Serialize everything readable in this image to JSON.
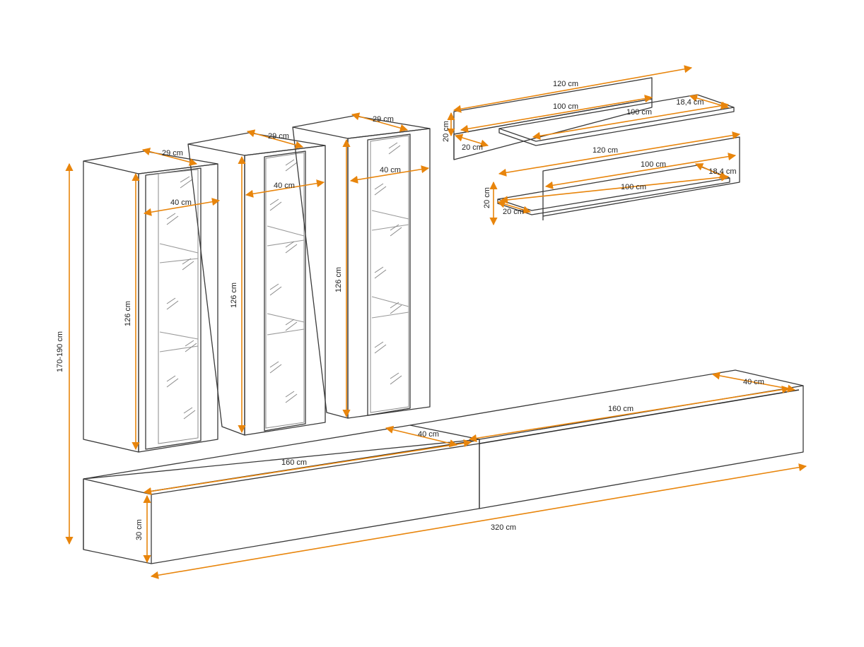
{
  "colors": {
    "dimension": "#e8850c",
    "outline": "#3a3a3a",
    "background": "#ffffff"
  },
  "labels": {
    "total_height": "170-190 cm",
    "total_width": "320 cm",
    "lowboard_height": "30 cm",
    "lowboard_left_width": "160 cm",
    "lowboard_left_depth": "40 cm",
    "lowboard_right_width": "160 cm",
    "lowboard_right_depth": "40 cm",
    "cabinet1_height": "126 cm",
    "cabinet1_width": "40 cm",
    "cabinet1_depth": "29 cm",
    "cabinet2_height": "126 cm",
    "cabinet2_width": "40 cm",
    "cabinet2_depth": "29 cm",
    "cabinet3_height": "126 cm",
    "cabinet3_width": "40 cm",
    "cabinet3_depth": "29 cm",
    "shelf1_panel_width": "120 cm",
    "shelf1_panel_height": "20 cm",
    "shelf1_panel_depth": "20 cm",
    "shelf1_board_width_a": "100 cm",
    "shelf1_board_width_b": "100 cm",
    "shelf1_board_depth": "18,4 cm",
    "shelf2_panel_width": "120 cm",
    "shelf2_panel_height": "20 cm",
    "shelf2_panel_depth": "20 cm",
    "shelf2_board_width_a": "100 cm",
    "shelf2_board_width_b": "100 cm",
    "shelf2_board_depth": "18,4 cm"
  }
}
